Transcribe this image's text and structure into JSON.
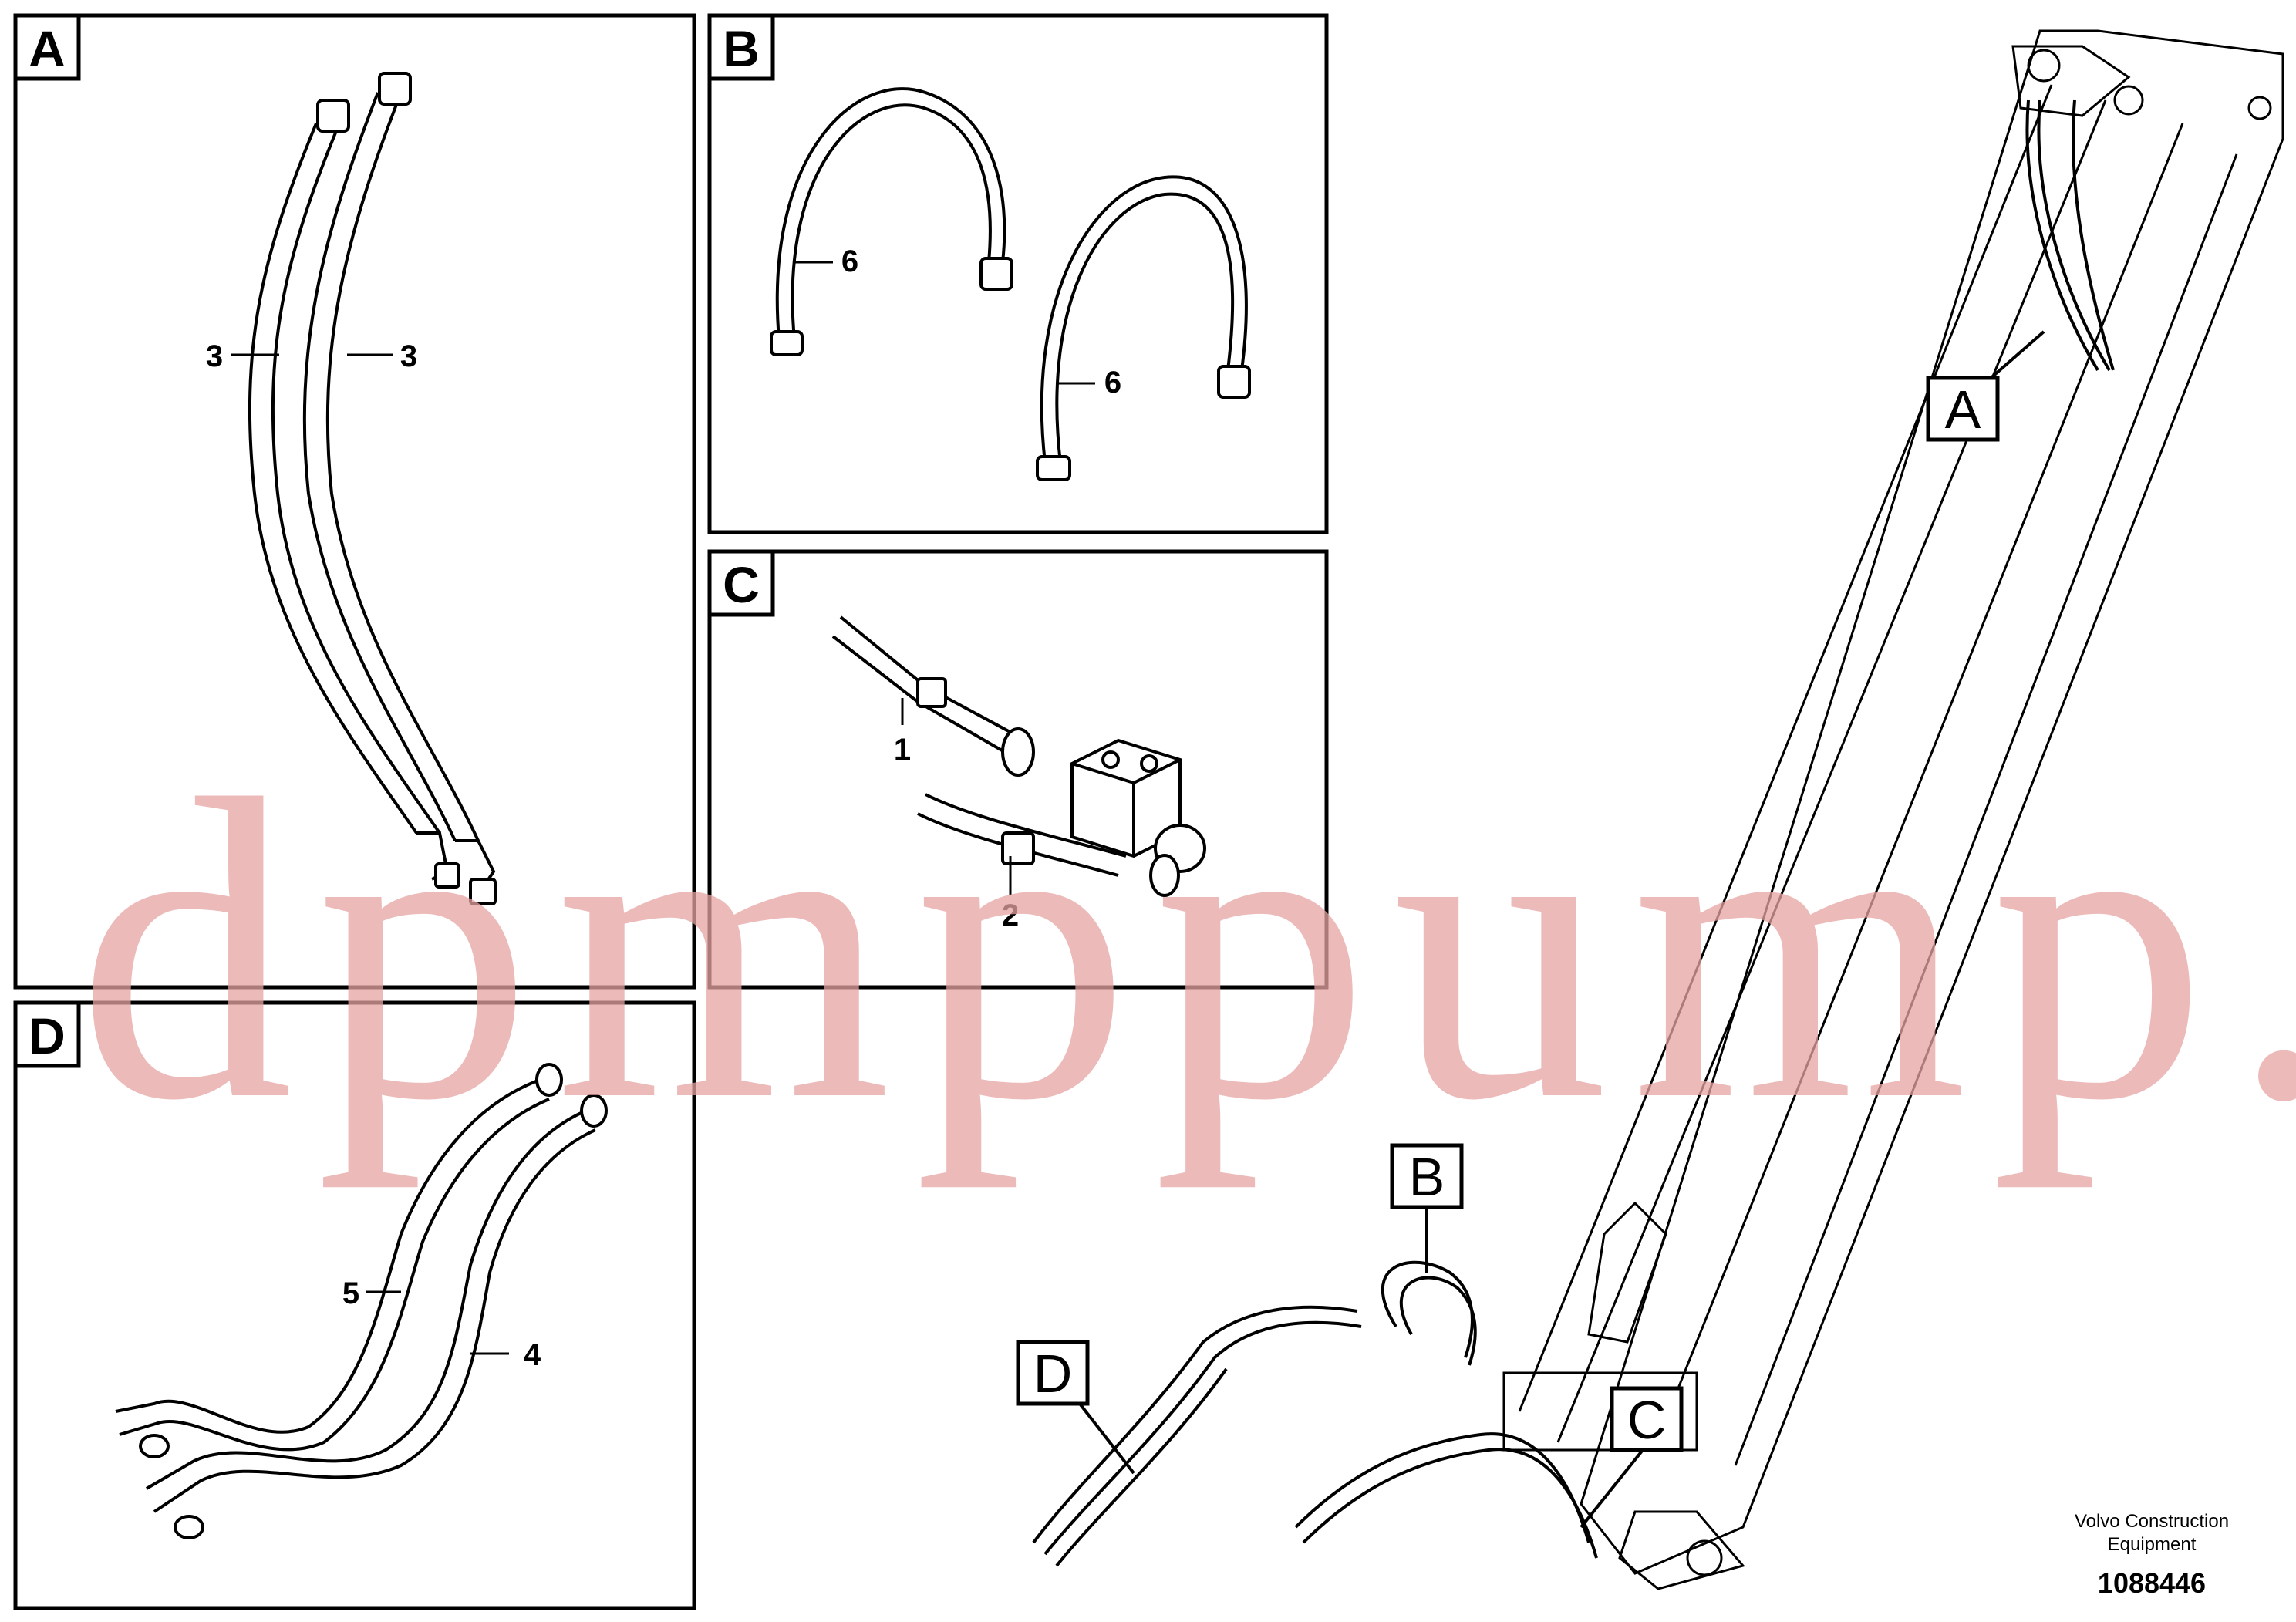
{
  "panels": [
    {
      "id": "A",
      "letter": "A"
    },
    {
      "id": "B",
      "letter": "B"
    },
    {
      "id": "C",
      "letter": "C"
    },
    {
      "id": "D",
      "letter": "D"
    }
  ],
  "callouts": {
    "A": "A",
    "B": "B",
    "C": "C",
    "D": "D"
  },
  "parts": {
    "p1": "1",
    "p2": "2",
    "p3a": "3",
    "p3b": "3",
    "p4": "4",
    "p5": "5",
    "p6a": "6",
    "p6b": "6"
  },
  "watermark": "dpmppump.com",
  "footer": {
    "company_line1": "Volvo Construction",
    "company_line2": "Equipment",
    "drawing_number": "1088446"
  }
}
